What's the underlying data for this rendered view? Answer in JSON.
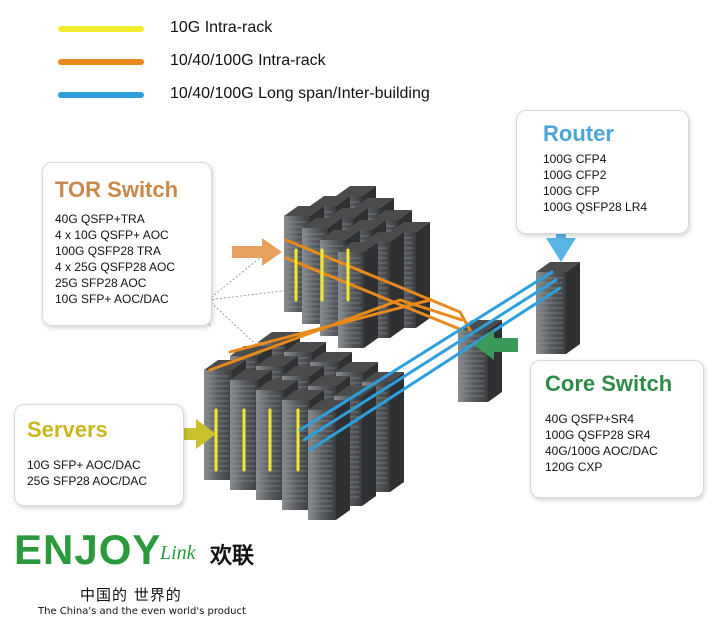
{
  "legend": [
    {
      "label": "10G Intra-rack",
      "color": "#f2ea2b"
    },
    {
      "label": "10/40/100G Intra-rack",
      "color": "#e8891c"
    },
    {
      "label": "10/40/100G Long span/Inter-building",
      "color": "#2d9fdc"
    }
  ],
  "tor_switch": {
    "title": "TOR Switch",
    "title_color": "#c8894a",
    "lines": [
      "40G QSFP+TRA",
      "4 x 10G QSFP+ AOC",
      "100G QSFP28 TRA",
      "4 x 25G QSFP28 AOC",
      "25G SFP28 AOC",
      "10G SFP+ AOC/DAC"
    ]
  },
  "router": {
    "title": "Router",
    "title_color": "#4aa6d8",
    "lines": [
      "100G CFP4",
      "100G CFP2",
      "100G CFP",
      "100G QSFP28 LR4"
    ]
  },
  "servers": {
    "title": "Servers",
    "title_color": "#c9b71e",
    "lines": [
      "10G SFP+ AOC/DAC",
      "25G SFP28 AOC/DAC"
    ]
  },
  "core_switch": {
    "title": "Core Switch",
    "title_color": "#2e8b4a",
    "lines": [
      "40G QSFP+SR4",
      "100G QSFP28 SR4",
      "40G/100G AOC/DAC",
      "120G CXP"
    ]
  },
  "arrow_colors": {
    "tor": "#e8a060",
    "router": "#5ab4e4",
    "servers": "#c9c22a",
    "core": "#3a9a5a"
  },
  "logo": {
    "brand": "ENJOY",
    "brand_sub": "Link",
    "brand_cn": "欢联",
    "brand_color": "#2a9a3c",
    "slogan_cn": "中国的  世界的",
    "slogan_en": "The China's and the even world's product"
  }
}
